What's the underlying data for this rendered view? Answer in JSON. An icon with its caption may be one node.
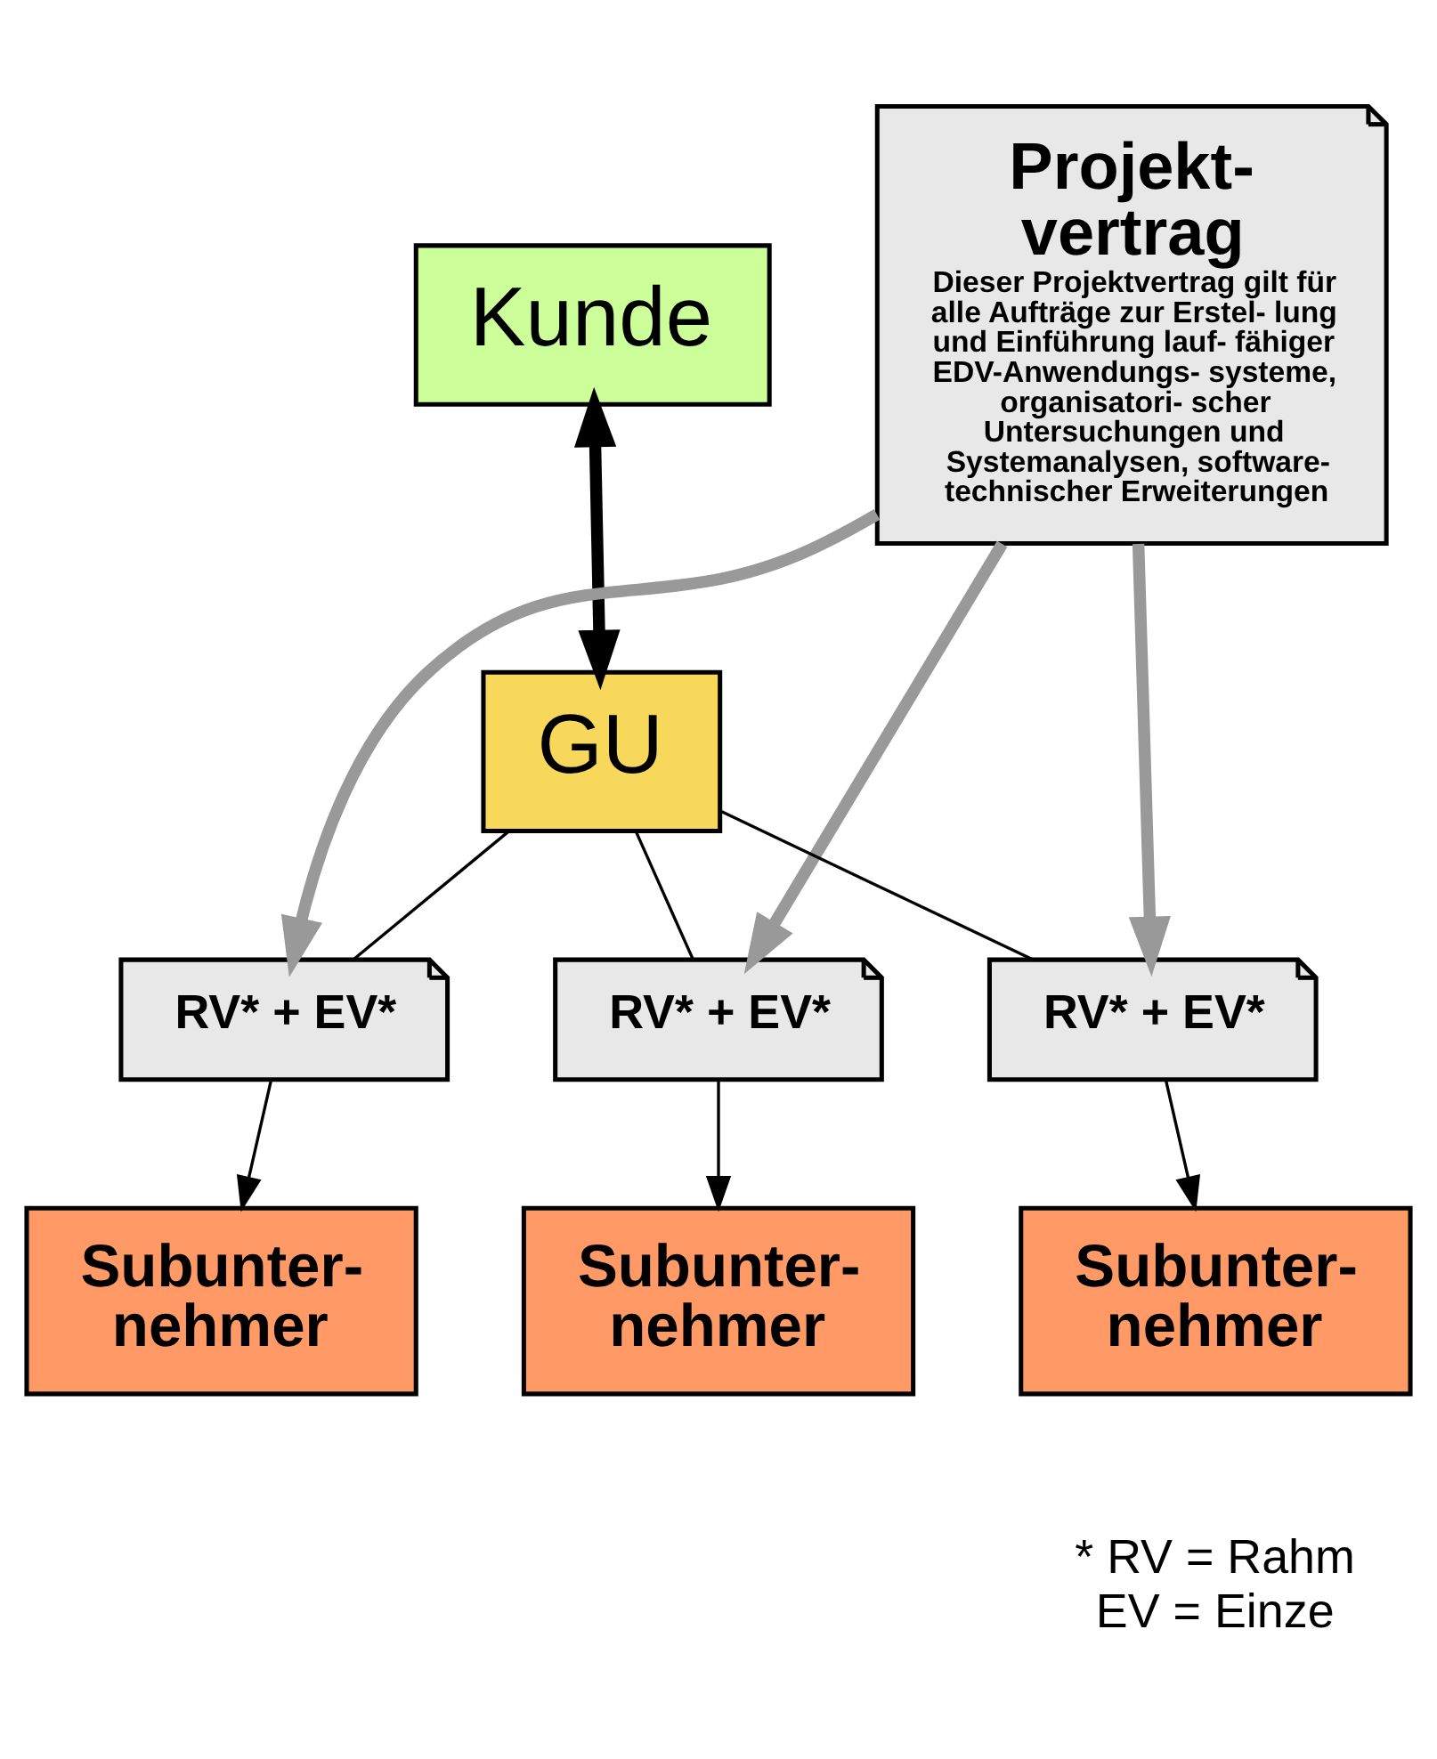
{
  "diagram": {
    "nodes": [
      {
        "text": [
          "Kunde"
        ]
      },
      {
        "text": [
          "Projekt- vertrag",
          "Dieser Projektvertrag gilt für alle Aufträge zur Erstel- lung und Einführung lauf- fähiger EDV-Anwendungs- systeme, organisatori- scher Untersuchungen und Systemanalysen, software- technischer Erweiterungen"
        ]
      },
      {
        "text": [
          "GU"
        ]
      },
      {
        "text": [
          "RV* + EV*"
        ]
      },
      {
        "text": [
          "RV* + EV*"
        ]
      },
      {
        "text": [
          "RV* + EV*"
        ]
      },
      {
        "text": [
          "Subunter- nehmer"
        ]
      },
      {
        "text": [
          "Subunter- nehmer"
        ]
      },
      {
        "text": [
          "Subunter- nehmer"
        ]
      }
    ],
    "edges": [
      {
        "from": 0,
        "to": 2,
        "arrow": "both",
        "style": "thick"
      },
      {
        "from": 1,
        "to": 3,
        "arrow": "to",
        "style": "thick",
        "color": "#999999"
      },
      {
        "from": 1,
        "to": 4,
        "arrow": "to",
        "style": "thick",
        "color": "#999999"
      },
      {
        "from": 1,
        "to": 5,
        "arrow": "to",
        "style": "thick",
        "color": "#999999"
      },
      {
        "from": 2,
        "to": 3,
        "arrow": "none"
      },
      {
        "from": 2,
        "to": 4,
        "arrow": "none"
      },
      {
        "from": 2,
        "to": 5,
        "arrow": "none"
      },
      {
        "from": 3,
        "to": 6,
        "arrow": "to"
      },
      {
        "from": 4,
        "to": 7,
        "arrow": "to"
      },
      {
        "from": 5,
        "to": 8,
        "arrow": "to"
      }
    ],
    "labels": [
      "* RV = Rahm",
      "EV = Einze"
    ]
  }
}
